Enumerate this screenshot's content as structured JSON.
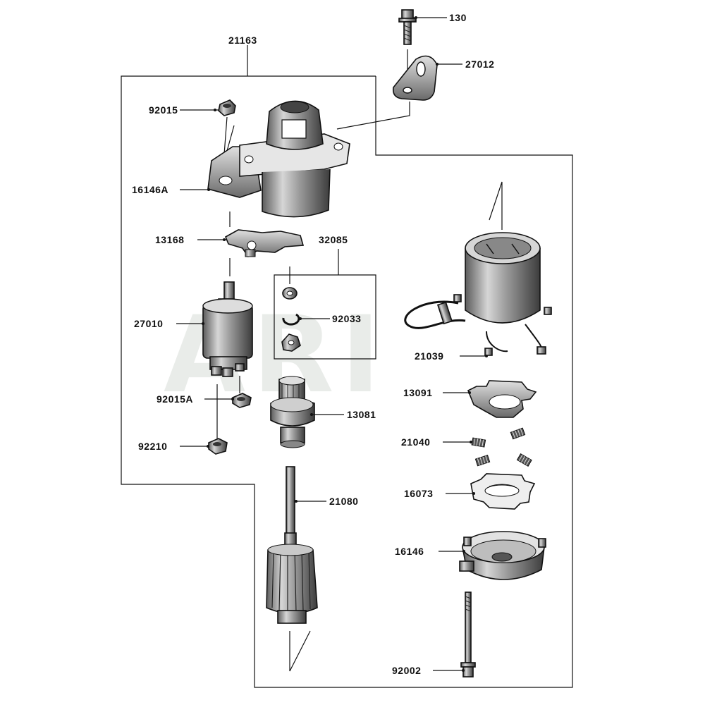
{
  "watermark": "ARI",
  "assembly_label": "21163",
  "kit_label": "32085",
  "parts": {
    "p130": "130",
    "p27012": "27012",
    "p92015": "92015",
    "p16146A": "16146A",
    "p13168": "13168",
    "p27010": "27010",
    "p92033": "92033",
    "p21039": "21039",
    "p13091": "13091",
    "p92015A": "92015A",
    "p13081": "13081",
    "p21040": "21040",
    "p92210": "92210",
    "p16073": "16073",
    "p21080": "21080",
    "p16146": "16146",
    "p92002": "92002"
  }
}
